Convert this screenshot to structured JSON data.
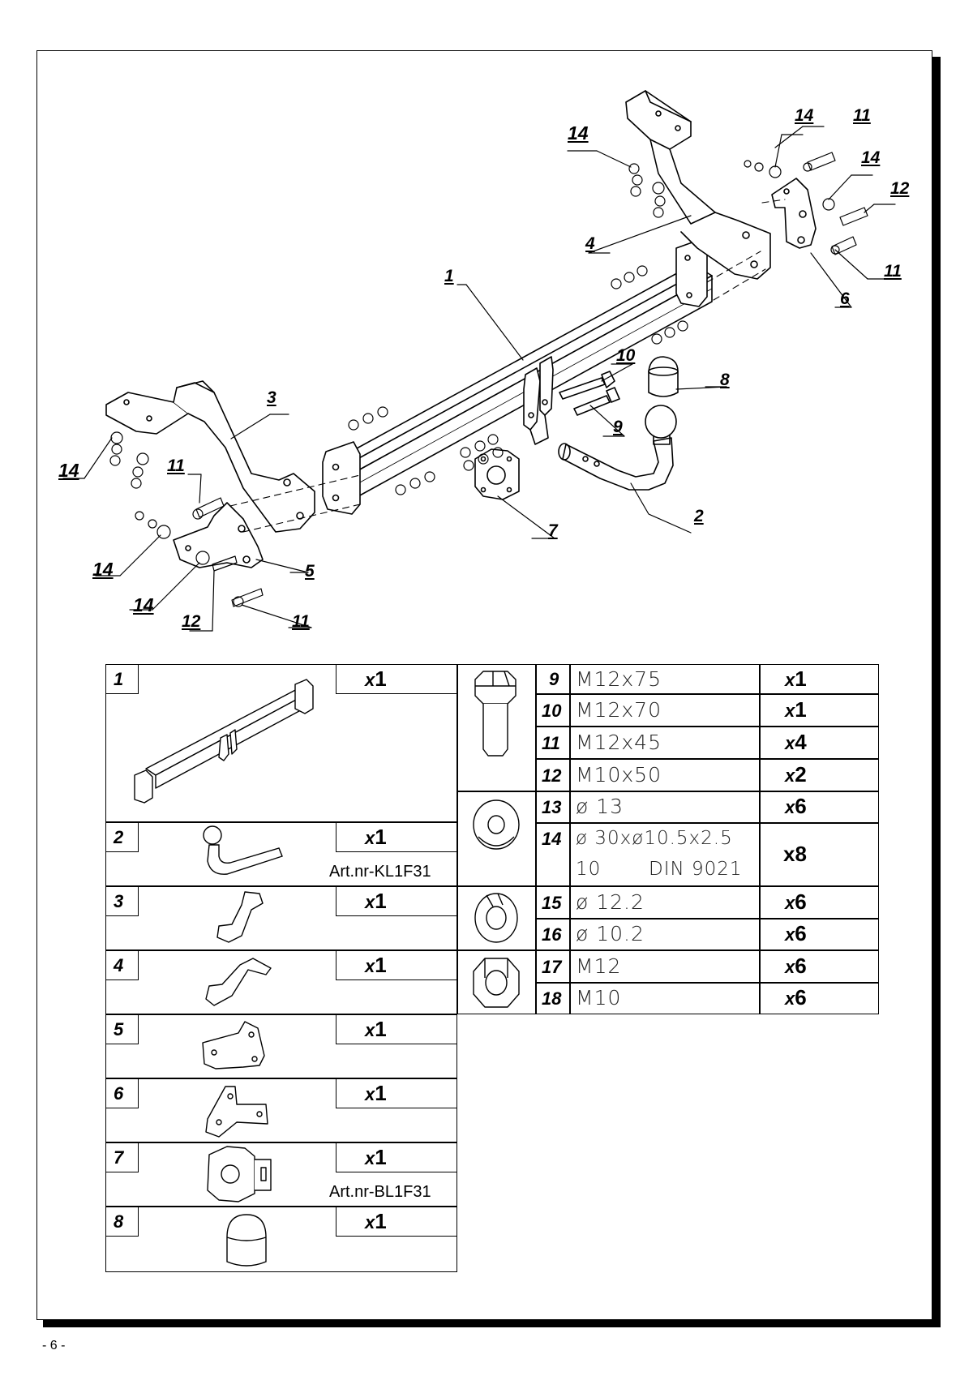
{
  "page_number": "- 6 -",
  "diagram": {
    "callouts": {
      "c1": "1",
      "c2": "2",
      "c3": "3",
      "c4": "4",
      "c5": "5",
      "c6": "6",
      "c7": "7",
      "c8": "8",
      "c9": "9",
      "c10": "10",
      "c11_top": "11",
      "c11_right": "11",
      "c11_left": "11",
      "c11_bottom": "11",
      "c12_right": "12",
      "c12_left": "12",
      "c14_topleft": "14",
      "c14_topright": "14",
      "c14_right": "14",
      "c14_left": "14",
      "c14_lower": "14",
      "c14_lowest": "14"
    }
  },
  "parts_left": [
    {
      "num": "1",
      "x": "x",
      "qty": "1",
      "art": ""
    },
    {
      "num": "2",
      "x": "x",
      "qty": "1",
      "art": "Art.nr-KL1F31"
    },
    {
      "num": "3",
      "x": "x",
      "qty": "1",
      "art": ""
    },
    {
      "num": "4",
      "x": "x",
      "qty": "1",
      "art": ""
    },
    {
      "num": "5",
      "x": "x",
      "qty": "1",
      "art": ""
    },
    {
      "num": "6",
      "x": "x",
      "qty": "1",
      "art": ""
    },
    {
      "num": "7",
      "x": "x",
      "qty": "1",
      "art": "Art.nr-BL1F31"
    },
    {
      "num": "8",
      "x": "x",
      "qty": "1",
      "art": ""
    }
  ],
  "parts_right": [
    {
      "num": "9",
      "spec": "M12x75",
      "x": "x",
      "qty": "1"
    },
    {
      "num": "10",
      "spec": "M12x70",
      "x": "x",
      "qty": "1"
    },
    {
      "num": "11",
      "spec": "M12x45",
      "x": "x",
      "qty": "4"
    },
    {
      "num": "12",
      "spec": "M10x50",
      "x": "x",
      "qty": "2"
    },
    {
      "num": "13",
      "spec": "ø 13",
      "x": "x",
      "qty": "6"
    },
    {
      "num": "14",
      "spec": "ø 30xø10.5x2.5",
      "spec2a": "10",
      "spec2b": "DIN 9021",
      "x": "",
      "qty": "x8"
    },
    {
      "num": "15",
      "spec": "ø 12.2",
      "x": "x",
      "qty": "6"
    },
    {
      "num": "16",
      "spec": "ø 10.2",
      "x": "x",
      "qty": "6"
    },
    {
      "num": "17",
      "spec": "M12",
      "x": "x",
      "qty": "6"
    },
    {
      "num": "18",
      "spec": "M10",
      "x": "x",
      "qty": "6"
    }
  ]
}
